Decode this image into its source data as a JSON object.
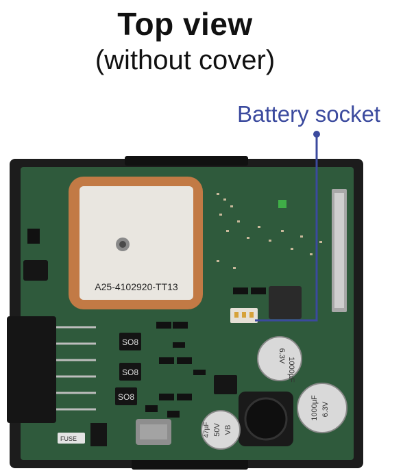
{
  "heading": {
    "title": "Top view",
    "subtitle": "(without cover)"
  },
  "callout": {
    "label": "Battery socket",
    "color": "#3b4a9e"
  },
  "pcb": {
    "antenna_label": "A25-4102920-TT13",
    "chip_labels": [
      "SO8",
      "SO8",
      "SO8"
    ],
    "fuse_label": "FUSE",
    "cap1": {
      "rating_line1": "6.3V",
      "rating_line2": "1000µF"
    },
    "cap2": {
      "rating_line1": "1000µF",
      "rating_line2": "6.3V"
    },
    "cap3": {
      "rating_line1": "47µF",
      "rating_line2": "50V",
      "rating_line3": "VB"
    },
    "colors": {
      "board": "#2f5a3c",
      "housing": "#1c1c1c",
      "antenna_ring": "#c27a45",
      "antenna_face": "#e9e6e0"
    }
  }
}
